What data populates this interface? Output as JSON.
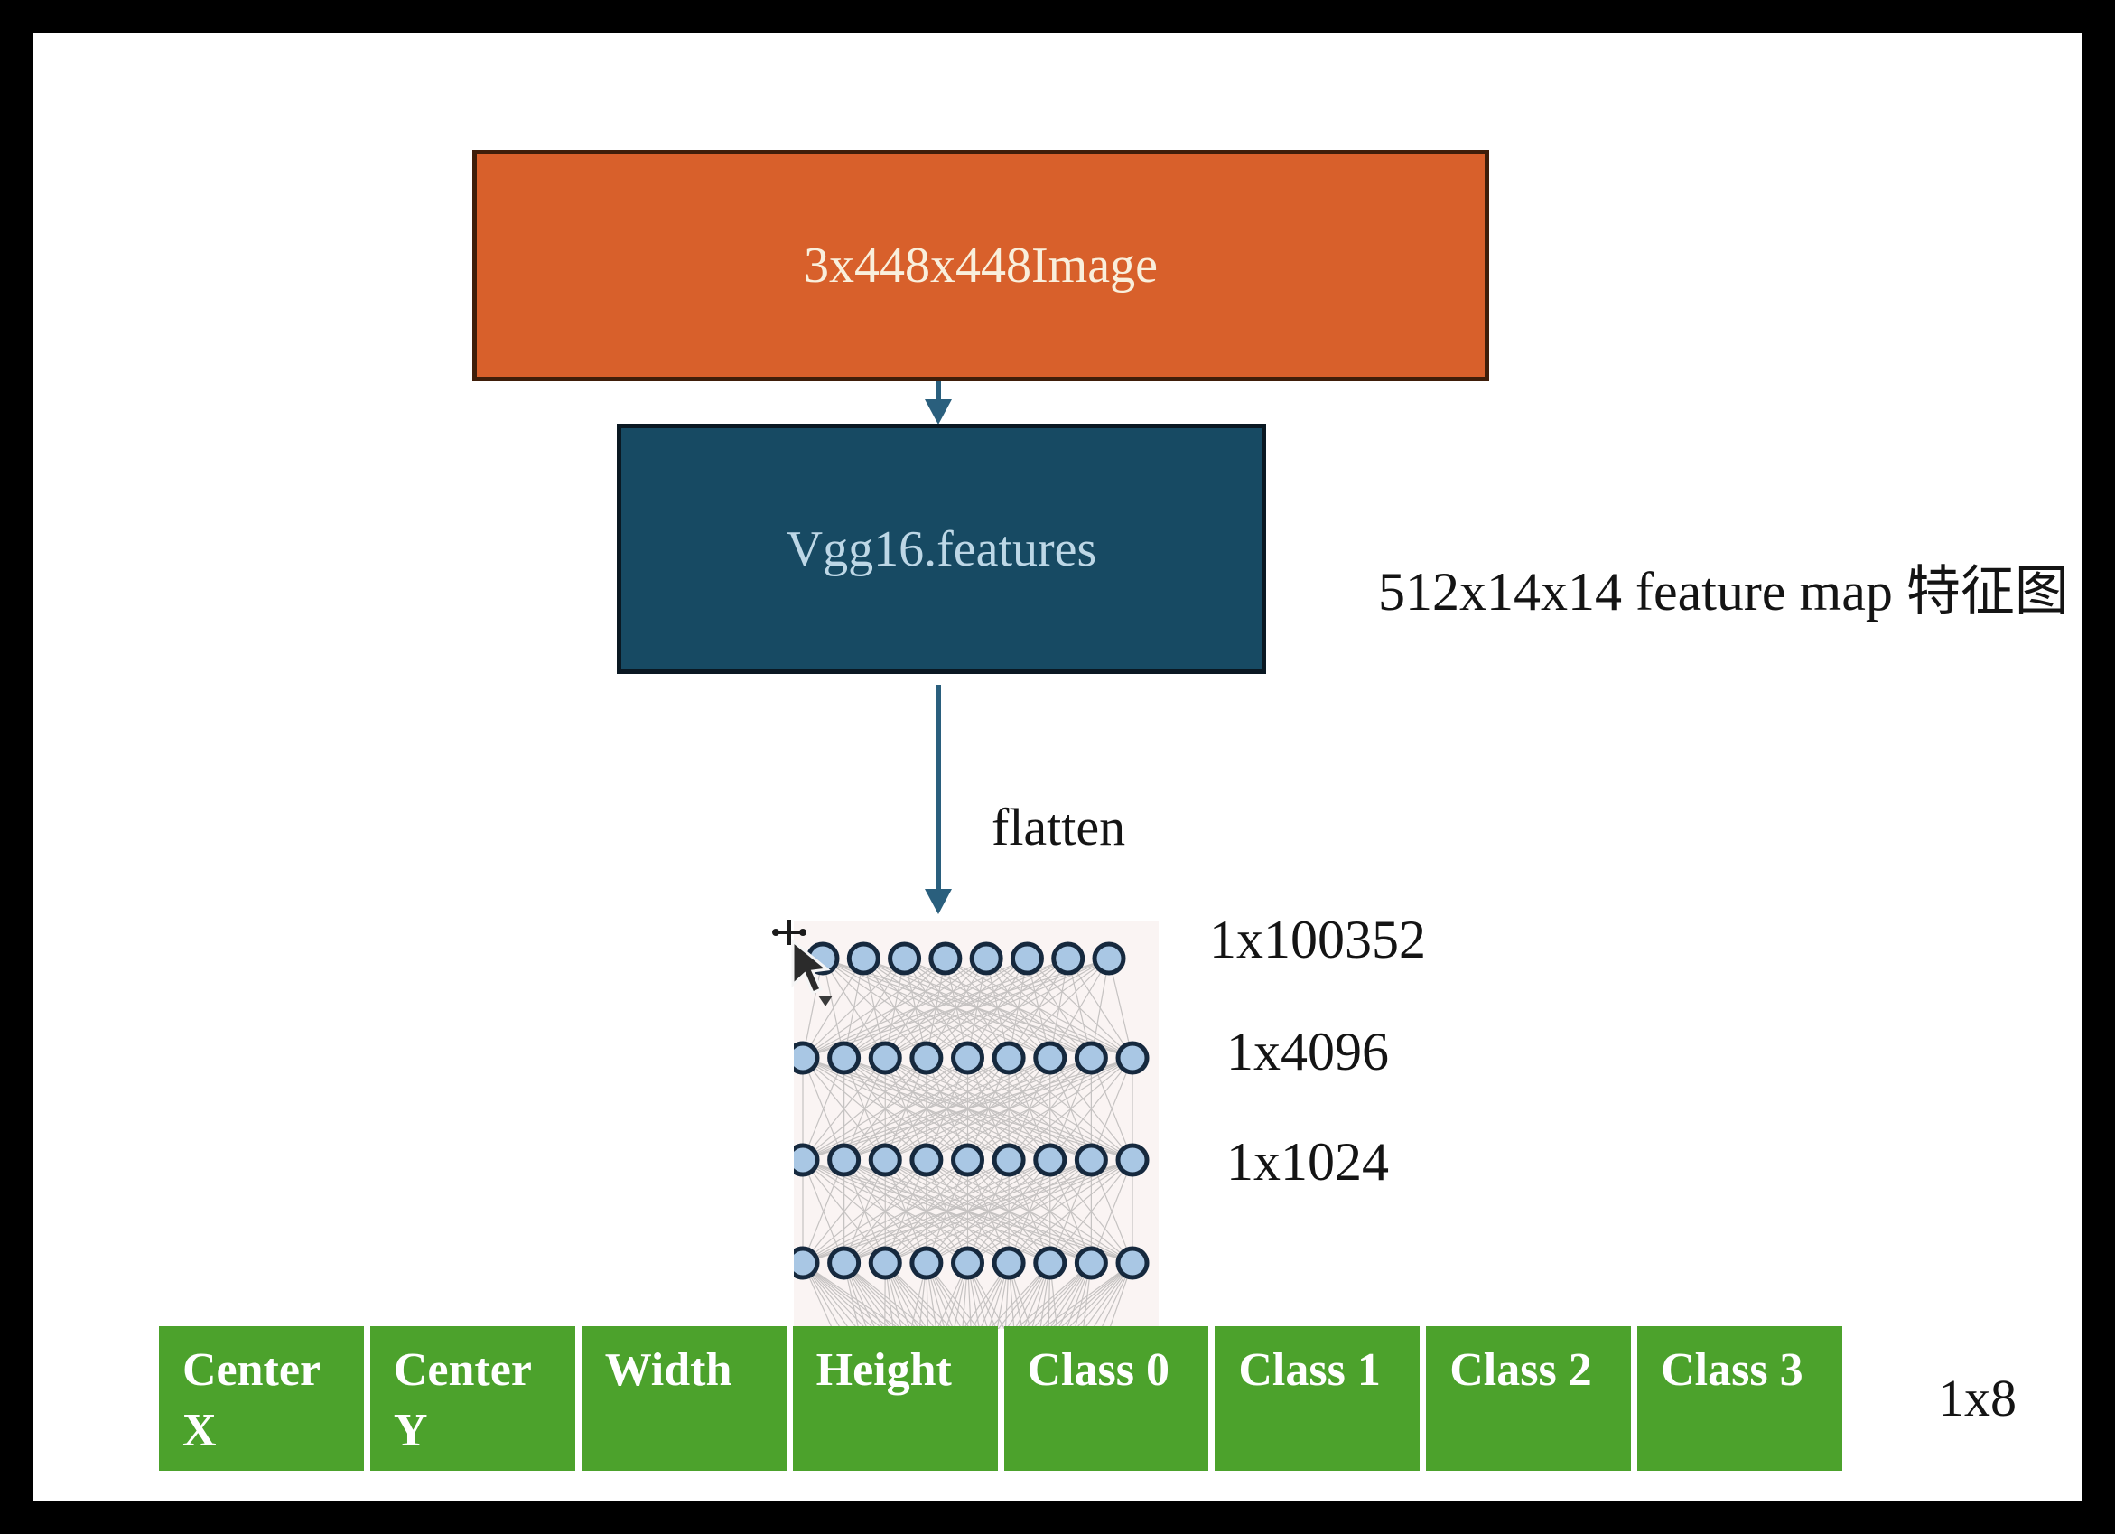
{
  "diagram": {
    "boxes": {
      "input": {
        "label": "3x448x448Image",
        "fill": "#d8602b",
        "border": "#3f1e0a",
        "text_color": "#f9efdc"
      },
      "backbone": {
        "label": "Vgg16.features",
        "fill": "#174a63",
        "border": "#0a1822",
        "text_color": "#bdd7e6"
      }
    },
    "annotations": {
      "feature_map": "512x14x14 feature map 特征图",
      "flatten": "flatten",
      "layer_sizes": [
        "1x100352",
        "1x4096",
        "1x1024"
      ],
      "output_size": "1x8"
    },
    "network": {
      "layers": [
        8,
        9,
        9,
        9
      ],
      "node_fill": "#a9c7e4",
      "node_stroke": "#16293e",
      "line_color": "#9a9a9a"
    },
    "output_table": {
      "cells": [
        "Center X",
        "Center Y",
        "Width",
        "Height",
        "Class 0",
        "Class 1",
        "Class 2",
        "Class 3"
      ],
      "fill": "#4ca22c",
      "text_color": "#ffffff"
    },
    "arrow_color": "#2a5f7d",
    "icons": {
      "cursor": "move-cursor"
    }
  }
}
